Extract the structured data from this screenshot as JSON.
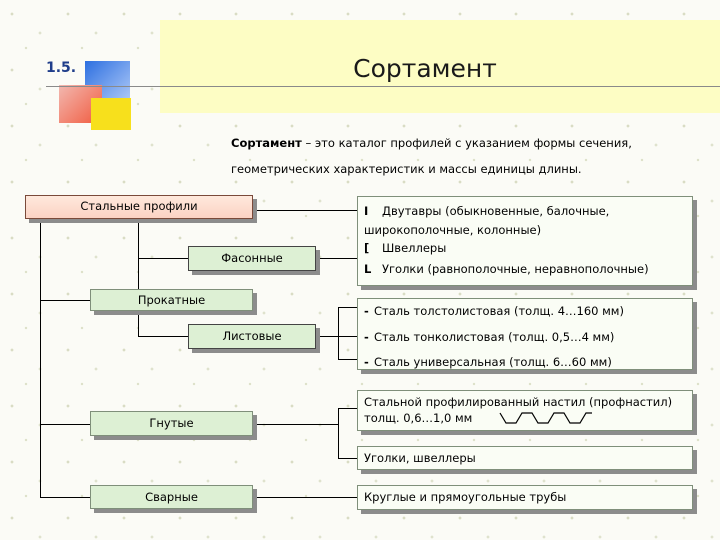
{
  "header": {
    "slide_number": "1.5.",
    "title": "Сортамент"
  },
  "definition": {
    "term": "Сортамент",
    "text": " – это каталог профилей с указанием формы сечения, геометрических характеристик и массы единицы длины."
  },
  "diagram": {
    "root": "Стальные профили",
    "rolled": "Прокатные",
    "shaped": "Фасонные",
    "sheet": "Листовые",
    "bent": "Гнутые",
    "welded": "Сварные"
  },
  "shaped_types": [
    {
      "mark": "I",
      "text": "Двутавры (обыкновенные, балочные, широкополочные, колонные)"
    },
    {
      "mark": "[",
      "text": "Швеллеры"
    },
    {
      "mark": "L",
      "text": "Уголки (равнополочные, неравнополочные)"
    }
  ],
  "sheet_types": [
    {
      "mark": "-",
      "text": "Сталь толстолистовая (толщ. 4…160 мм)"
    },
    {
      "mark": "-",
      "text": "Сталь тонколистовая (толщ. 0,5…4 мм)"
    },
    {
      "mark": "-",
      "text": "Сталь универсальная (толщ. 6…60 мм)"
    }
  ],
  "bent_types": [
    {
      "text": "Стальной профилированный настил (профнастил)",
      "detail": "толщ. 0,6…1,0 мм"
    },
    {
      "text": "Уголки, швеллеры"
    }
  ],
  "welded_types": [
    {
      "text": "Круглые и прямоугольные трубы"
    }
  ],
  "colors": {
    "title_band": "#fdfdc4",
    "node_fill": "#ddf0d4",
    "root_fill": "#fbd3c4",
    "numbering": "#1f3d8a"
  }
}
